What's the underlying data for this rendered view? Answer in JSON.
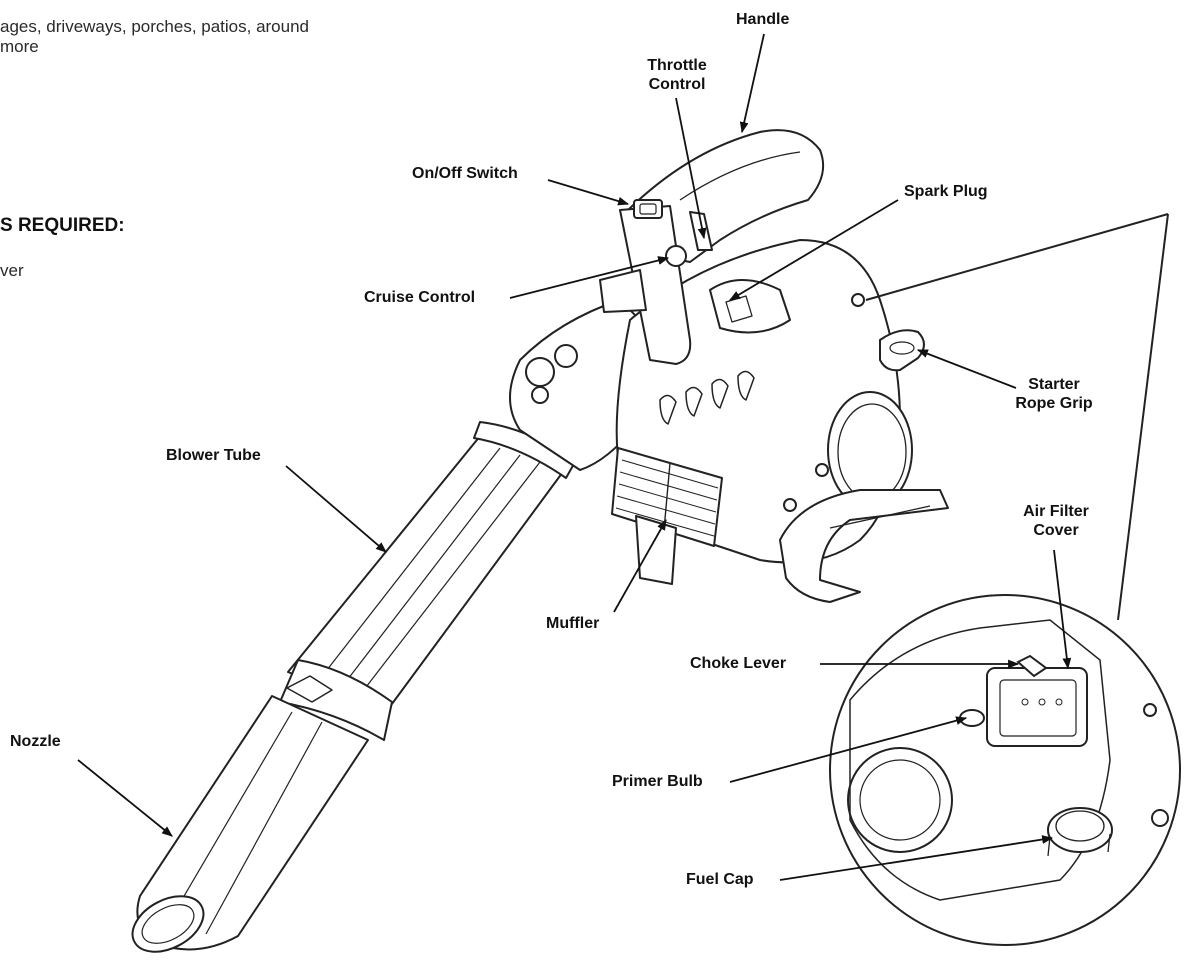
{
  "page_text": {
    "line1": "ages, driveways, porches, patios, around",
    "line2": "more",
    "heading": "S REQUIRED:",
    "line3": "ver"
  },
  "labels": {
    "handle": "Handle",
    "throttle_control": [
      "Throttle",
      "Control"
    ],
    "on_off_switch": "On/Off Switch",
    "spark_plug": "Spark Plug",
    "cruise_control": "Cruise Control",
    "starter_rope_grip": [
      "Starter",
      "Rope Grip"
    ],
    "blower_tube": "Blower Tube",
    "air_filter_cover": [
      "Air Filter",
      "Cover"
    ],
    "muffler": "Muffler",
    "choke_lever": "Choke Lever",
    "nozzle": "Nozzle",
    "primer_bulb": "Primer Bulb",
    "fuel_cap": "Fuel Cap"
  },
  "colors": {
    "ink": "#111111",
    "line": "#222222",
    "fill": "#ffffff"
  }
}
